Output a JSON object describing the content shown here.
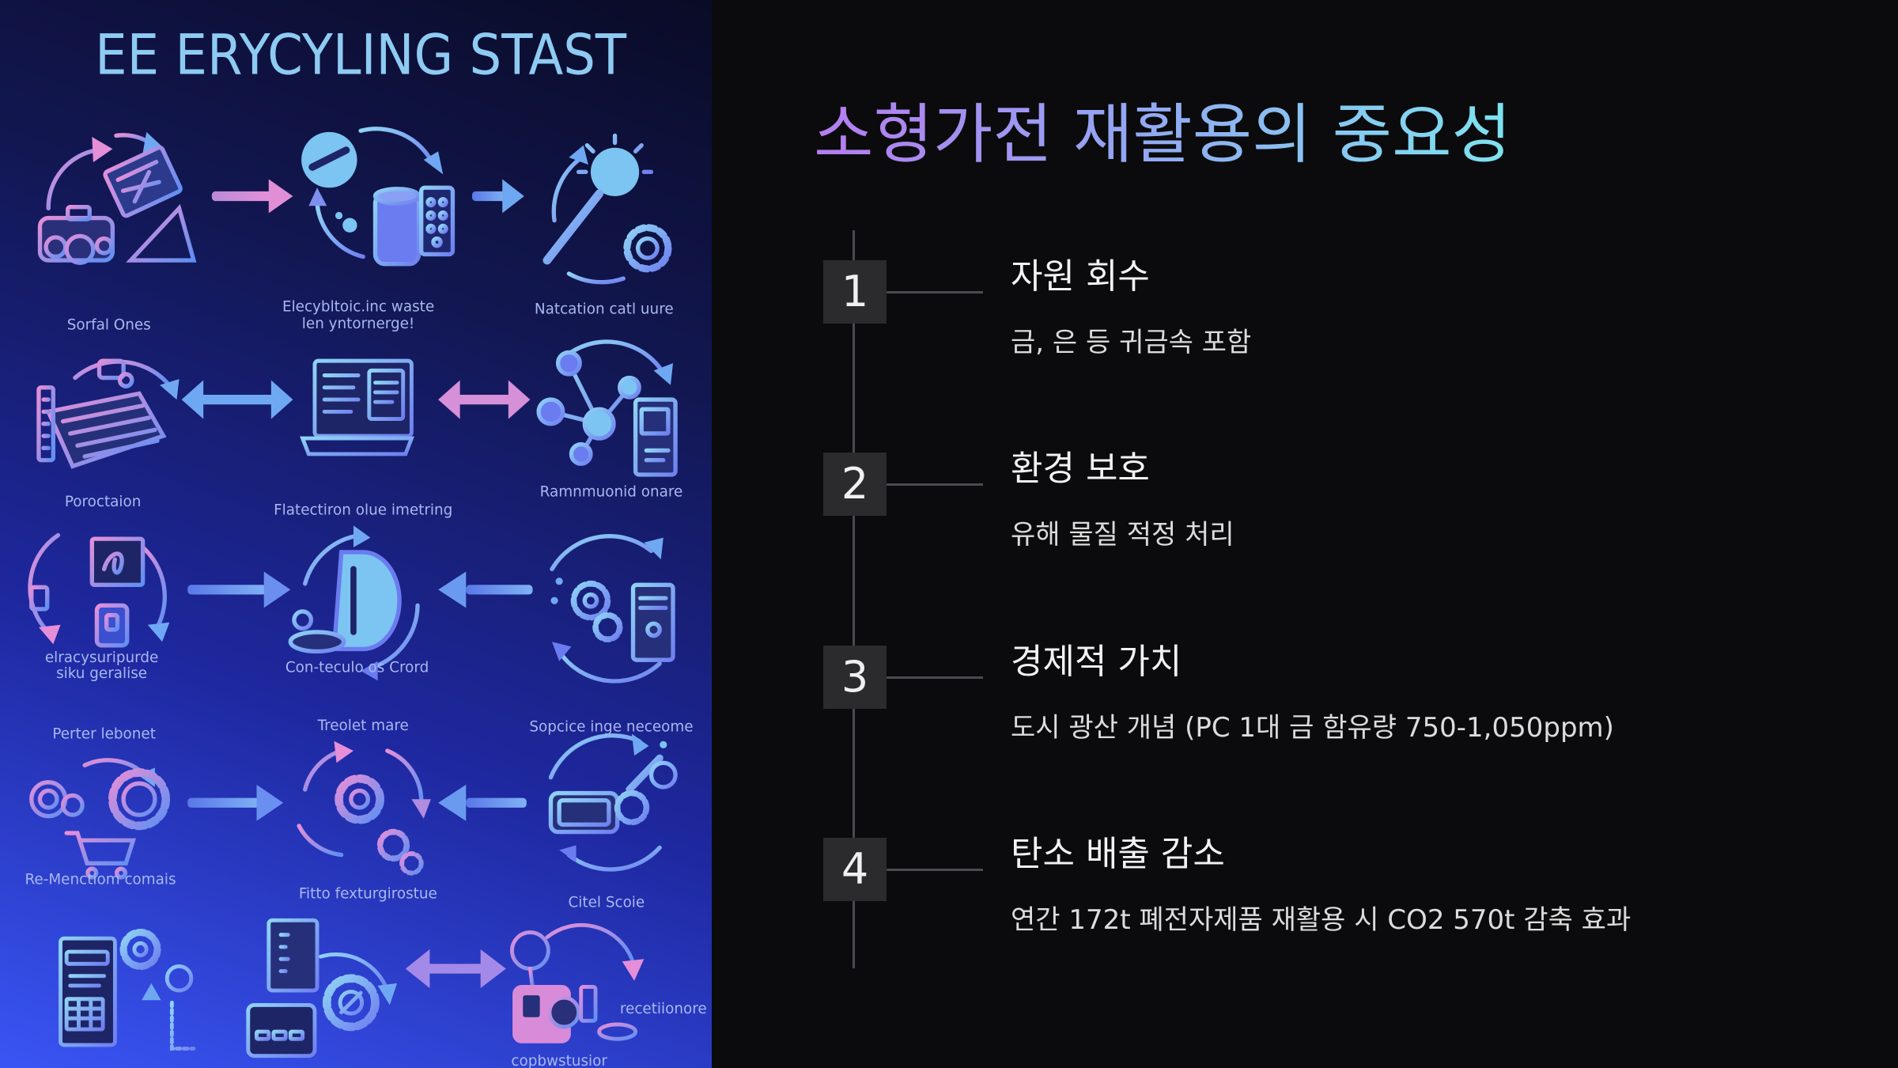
{
  "slide": {
    "title": "소형가전 재활용의 중요성",
    "items": [
      {
        "number": "1",
        "heading": "자원 회수",
        "description": "금, 은 등 귀금속 포함"
      },
      {
        "number": "2",
        "heading": "환경 보호",
        "description": "유해 물질 적정 처리"
      },
      {
        "number": "3",
        "heading": "경제적 가치",
        "description": "도시 광산 개념 (PC 1대 금 함유량 750-1,050ppm)"
      },
      {
        "number": "4",
        "heading": "탄소 배출 감소",
        "description": "연간 172t 폐전자제품 재활용 시 CO2 570t 감축 효과"
      }
    ]
  },
  "illustration": {
    "title": "EE ERYCYLING STAST",
    "labels": [
      "Sorfal Ones",
      "Elecybltoic.inc waste",
      "len yntornerge!",
      "Natcation catl uure",
      "Poroctaion",
      "Flatectiron olue imetring",
      "Ramnmuonid onare",
      "elracysuripurde",
      "siku geralise",
      "Con-teculo os Crord",
      "Perter lebonet",
      "Treolet mare",
      "Sopcice inge neceome",
      "Re-Menctiom comais",
      "Fitto fexturgirostue",
      "Citel Scoie",
      "recetiionore",
      "copbwstusior"
    ],
    "icons": [
      "camera-tablet-icon",
      "pill-jar-icon",
      "magnifier-gear-icon",
      "keyboard-laptop-icon",
      "desktop-computer-icon",
      "robot-device-icon",
      "monitor-cycle-icon",
      "recycle-shape-icon",
      "gear-computer-icon",
      "gears-cart-icon",
      "gear-cycle-icon",
      "monitor-tools-icon",
      "server-gear-icon",
      "storage-device-icon",
      "lamp-machine-icon"
    ]
  },
  "colors": {
    "background": "#0b0b0d",
    "title_gradient_start": "#b57cf0",
    "title_gradient_end": "#7ee3ef",
    "number_box": "#2b2b2e",
    "timeline": "#4a4a4f",
    "illustration_pink": "#e08fd6",
    "illustration_blue": "#6fa8f2"
  }
}
